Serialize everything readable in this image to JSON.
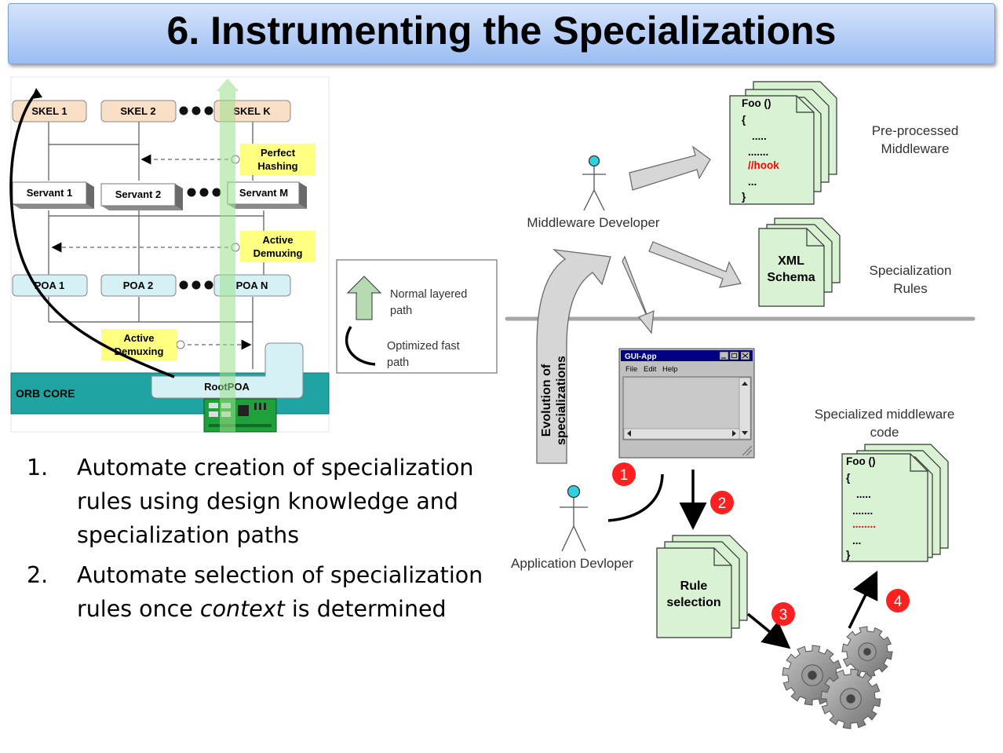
{
  "title": "6.  Instrumenting the Specializations",
  "orb": {
    "skels": [
      "SKEL 1",
      "SKEL 2",
      "SKEL K"
    ],
    "servants": [
      "Servant 1",
      "Servant 2",
      "Servant M"
    ],
    "poas": [
      "POA 1",
      "POA 2",
      "POA N"
    ],
    "perfect_hashing": [
      "Perfect",
      "Hashing"
    ],
    "active_demux_right": [
      "Active",
      "Demuxing"
    ],
    "active_demux_left": [
      "Active",
      "Demuxing"
    ],
    "orb_core": "ORB CORE",
    "root_poa": "RootPOA"
  },
  "legend": {
    "normal_path": [
      "Normal layered",
      "path"
    ],
    "fast_path": [
      "Optimized fast",
      "path"
    ]
  },
  "bullets": [
    {
      "num": "1.",
      "text": "Automate creation of specialization rules using design knowledge and specialization paths"
    },
    {
      "num": "2.",
      "pre": "Automate selection of specialization rules once ",
      "em": "context",
      "post": " is determined"
    }
  ],
  "workflow": {
    "middleware_developer": "Middleware Developer",
    "application_developer": "Application Devloper",
    "preprocessed": [
      "Pre-processed",
      "Middleware"
    ],
    "specialization_rules": [
      "Specialization",
      "Rules"
    ],
    "xml_schema": [
      "XML",
      "Schema"
    ],
    "evolution": [
      "Evolution of",
      "specializations"
    ],
    "specialized_code": [
      "Specialized middleware",
      "code"
    ],
    "rule_selection": [
      "Rule",
      "selection"
    ],
    "code_top": [
      "Foo ()",
      "{",
      ".....",
      ".......",
      "//hook",
      "...",
      "}"
    ],
    "code_bottom": [
      "Foo ()",
      "{",
      ".....",
      ".......",
      "........",
      "...",
      "}"
    ],
    "gui_title": "GUI-App",
    "gui_menu": [
      "File",
      "Edit",
      "Help"
    ],
    "steps": [
      "1",
      "2",
      "3",
      "4"
    ]
  },
  "colors": {
    "hook": "#ff0000",
    "step_badge": "#ff2020",
    "doc_fill": "#d9f2d4",
    "skel_fill": "#f9dfc6",
    "poa_fill": "#d5f1f6",
    "note_fill": "#ffff80",
    "orb_core": "#1fa3a3"
  }
}
